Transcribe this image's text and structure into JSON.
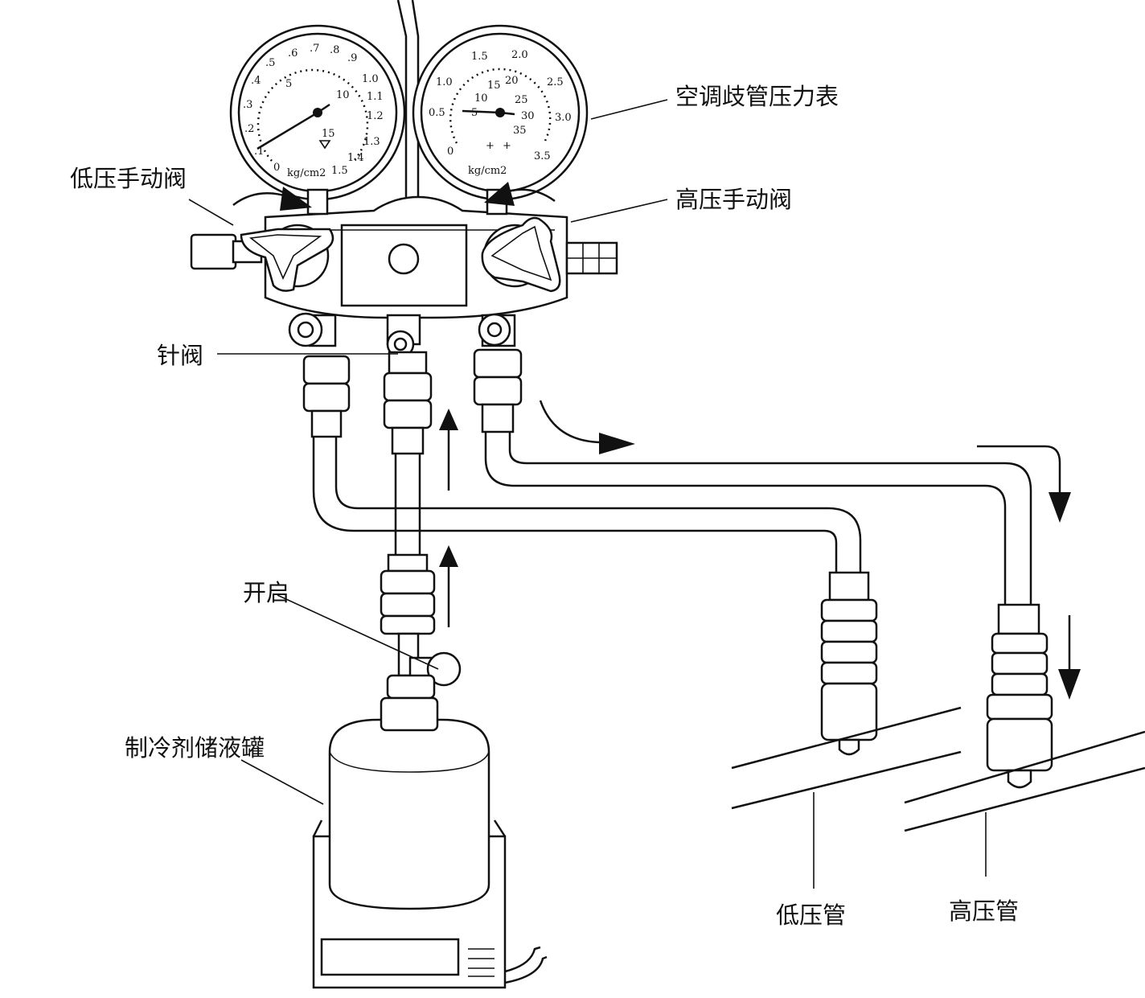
{
  "labels": {
    "manifold_gauge": "空调歧管压力表",
    "low_valve": "低压手动阀",
    "high_valve": "高压手动阀",
    "needle_valve": "针阀",
    "open": "开启",
    "tank": "制冷剂储液罐",
    "low_pipe": "低压管",
    "high_pipe": "高压管"
  },
  "low_gauge": {
    "outer_scale": [
      ".5",
      ".6",
      ".7",
      ".8",
      ".9",
      "1.0",
      "1.1",
      "1.2",
      "1.3",
      "1.4",
      "1.5",
      ".4",
      ".3",
      ".2",
      ".1",
      "0"
    ],
    "inner_scale": [
      "5",
      "10",
      "15"
    ],
    "unit": "kg/cm2"
  },
  "high_gauge": {
    "outer_scale": [
      "0",
      "0.5",
      "1.0",
      "1.5",
      "2.0",
      "2.5",
      "3.0",
      "3.5"
    ],
    "inner_scale": [
      "5",
      "10",
      "15",
      "20",
      "25",
      "30",
      "35"
    ],
    "unit": "kg/cm2"
  }
}
